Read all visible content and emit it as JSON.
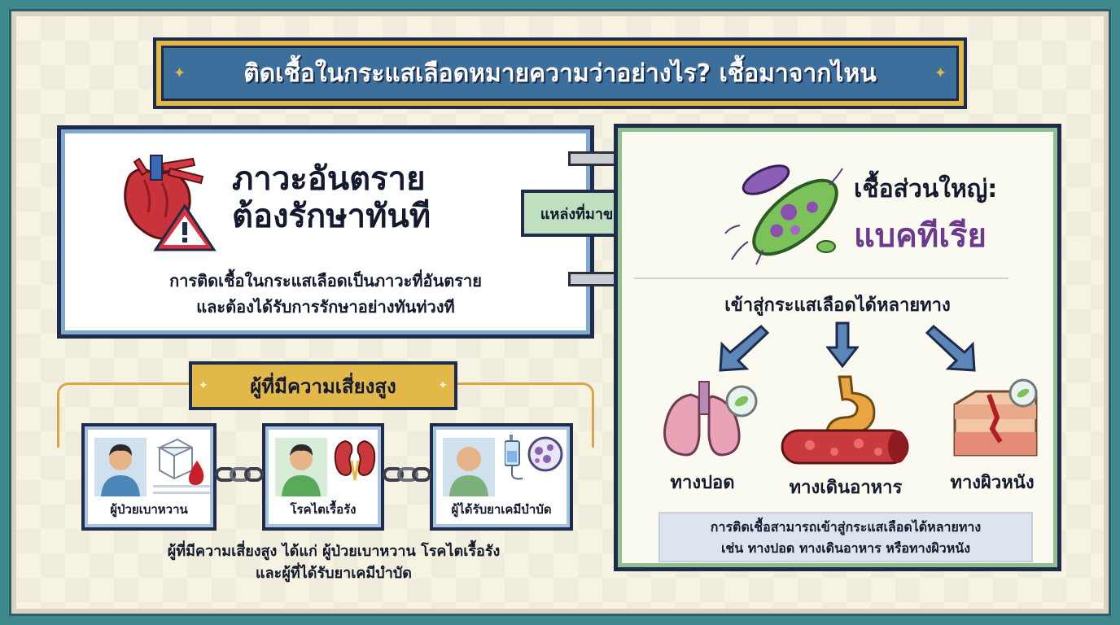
{
  "title": "ติดเชื้อในกระแสเลือดหมายความว่าอย่างไร? เชื้อมาจากไหน",
  "danger": {
    "title_line1": "ภาวะอันตราย",
    "title_line2": "ต้องรักษาทันที",
    "desc_line1": "การติดเชื้อในกระแสเลือดเป็นภาวะที่อันตราย",
    "desc_line2": "และต้องได้รับการรักษาอย่างทันท่วงที"
  },
  "source_label": "แหล่งที่มาของเชื้อ",
  "bacteria": {
    "majority_label": "เชื้อส่วนใหญ่:",
    "name": "แบคทีเรีย",
    "routes_heading": "เข้าสู่กระแสเลือดได้หลายทาง",
    "routes": [
      {
        "label": "ทางปอด",
        "icon": "lungs-icon"
      },
      {
        "label": "ทางเดินอาหาร",
        "icon": "digestive-tract-icon"
      },
      {
        "label": "ทางผิวหนัง",
        "icon": "skin-wound-icon"
      }
    ],
    "note_line1": "การติดเชื้อสามารถเข้าสู่กระแสเลือดได้หลายทาง",
    "note_line2": "เช่น ทางปอด ทางเดินอาหาร หรือทางผิวหนัง"
  },
  "risk": {
    "heading": "ผู้ที่มีความเสี่ยงสูง",
    "groups": [
      {
        "label": "ผู้ป่วยเบาหวาน",
        "icon": "sugar-blood-drop-icon"
      },
      {
        "label": "โรคไตเรื้อรัง",
        "icon": "kidney-icon"
      },
      {
        "label": "ผู้ได้รับยาเคมีบำบัด",
        "icon": "chemo-iv-bag-icon"
      }
    ],
    "desc_line1": "ผู้ที่มีความเสี่ยงสูง ได้แก่ ผู้ป่วยเบาหวาน โรคไตเรื้อรัง",
    "desc_line2": "และผู้ที่ได้รับยาเคมีบำบัด"
  },
  "colors": {
    "navy": "#1e2b4a",
    "gold": "#e2b84a",
    "title_blue": "#3d6f9c",
    "bacteria_purple": "#6b3a8e",
    "source_green": "#bfe0bf"
  }
}
